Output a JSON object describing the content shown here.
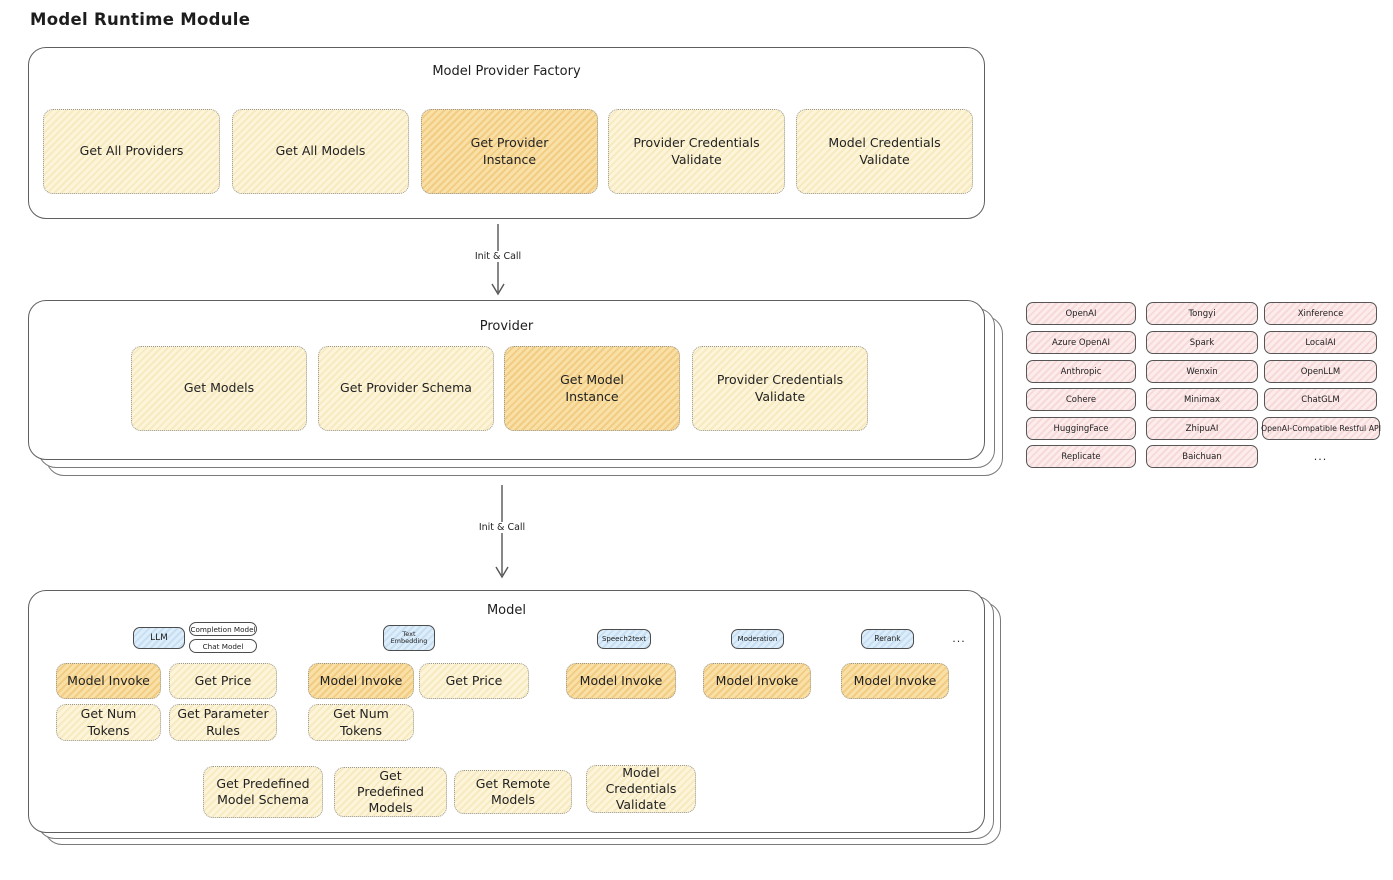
{
  "page": {
    "title": "Model Runtime Module"
  },
  "colors": {
    "function_box_fill": "#fdf5d9",
    "function_box_highlight": "#f9e0a6",
    "model_type_tab_fill": "#ddedf9",
    "provider_pill_fill": "#fdecec",
    "card_border": "#5f5f5f"
  },
  "factory": {
    "title": "Model Provider Factory",
    "items": [
      {
        "label": "Get All Providers",
        "highlight": false
      },
      {
        "label": "Get All Models",
        "highlight": false
      },
      {
        "label": "Get Provider Instance",
        "highlight": true
      },
      {
        "label": "Provider Credentials Validate",
        "highlight": false
      },
      {
        "label": "Model Credentials Validate",
        "highlight": false
      }
    ]
  },
  "arrows": {
    "label1": "Init & Call",
    "label2": "Init & Call"
  },
  "provider": {
    "title": "Provider",
    "items": [
      {
        "label": "Get Models",
        "highlight": false
      },
      {
        "label": "Get Provider Schema",
        "highlight": false
      },
      {
        "label": "Get Model Instance",
        "highlight": true
      },
      {
        "label": "Provider Credentials Validate",
        "highlight": false
      }
    ]
  },
  "provider_list": {
    "columns": [
      [
        "OpenAI",
        "Azure OpenAI",
        "Anthropic",
        "Cohere",
        "HuggingFace",
        "Replicate"
      ],
      [
        "Tongyi",
        "Spark",
        "Wenxin",
        "Minimax",
        "ZhipuAI",
        "Baichuan"
      ],
      [
        "Xinference",
        "LocalAI",
        "OpenLLM",
        "ChatGLM",
        "OpenAI-Compatible Restful API"
      ]
    ],
    "more": "..."
  },
  "model": {
    "title": "Model",
    "tabs": [
      {
        "label": "LLM"
      },
      {
        "label": "Completion Model"
      },
      {
        "label": "Chat Model"
      },
      {
        "label": "Text Embedding"
      },
      {
        "label": "Speech2text"
      },
      {
        "label": "Moderation"
      },
      {
        "label": "Rerank"
      }
    ],
    "more": "...",
    "row1": [
      "Model Invoke",
      "Get Price",
      "Model Invoke",
      "Get Price",
      "Model Invoke",
      "Model Invoke",
      "Model Invoke"
    ],
    "row1_highlight": [
      true,
      false,
      true,
      false,
      true,
      true,
      true
    ],
    "row2": [
      "Get Num Tokens",
      "Get Parameter Rules",
      "Get Num Tokens"
    ],
    "row3": [
      "Get Predefined Model Schema",
      "Get Predefined Models",
      "Get Remote Models",
      "Model Credentials Validate"
    ]
  }
}
